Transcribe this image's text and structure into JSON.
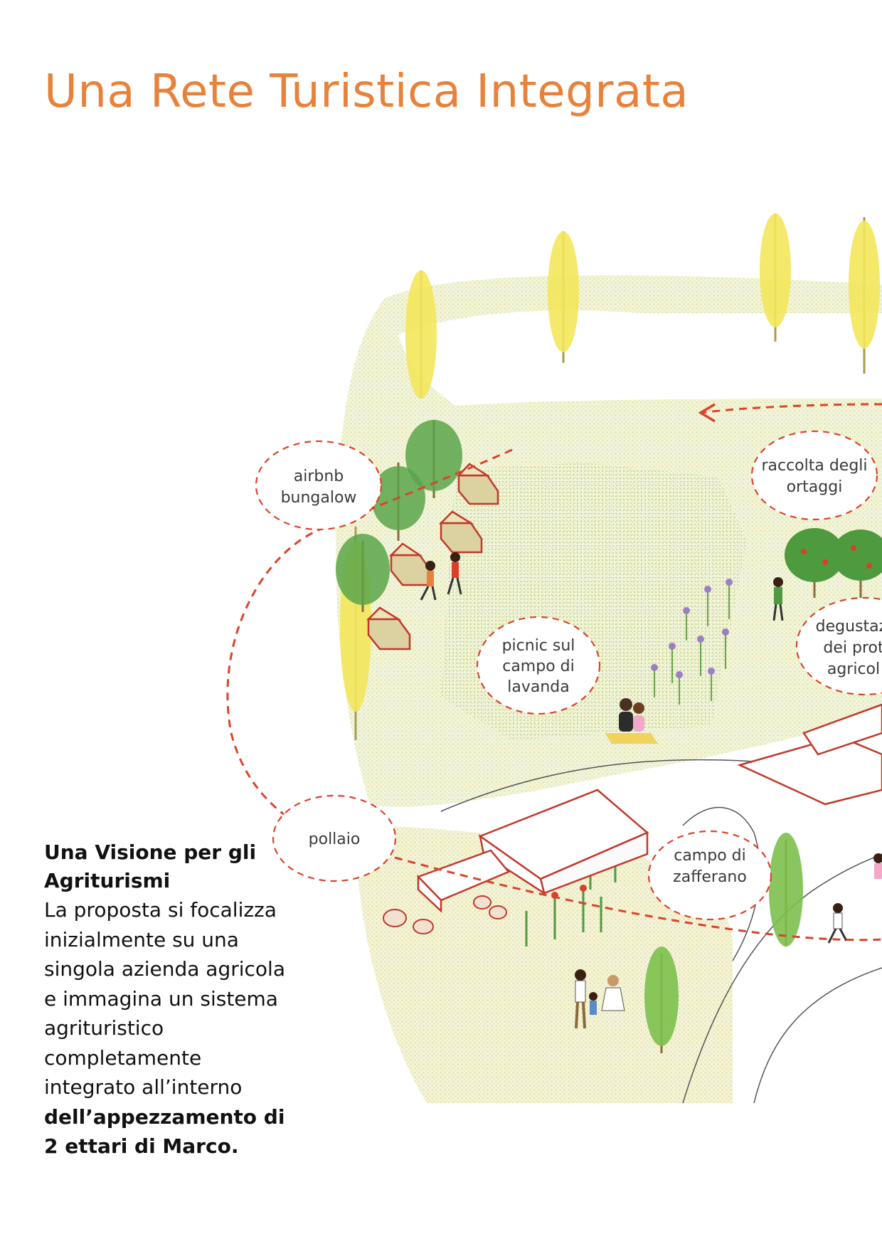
{
  "title": "Una Rete Turistica Integrata",
  "labels": {
    "airbnb_line1": "airbnb",
    "airbnb_line2": "bungalow",
    "raccolta_line1": "raccolta degli",
    "raccolta_line2": "ortaggi",
    "picnic_line1": "picnic sul",
    "picnic_line2": "campo di",
    "picnic_line3": "lavanda",
    "degustazione_line1": "degustazi",
    "degustazione_line2": "dei prot",
    "degustazione_line3": "agricol",
    "pollaio": "pollaio",
    "zafferano_line1": "campo di",
    "zafferano_line2": "zafferano"
  },
  "intro": {
    "heading": "Una Visione per gli Agriturismi",
    "body": "La proposta si focalizza inizialmente su una singola azienda agricola e immagina un sistema agrituristico completamente integrato all’interno",
    "body_bold": "dell’appezzamento di 2 ettari di Marco."
  },
  "colors": {
    "title": "#e8823a",
    "route": "#d9442b",
    "field": "#e9efc6",
    "building": "#c0392b",
    "lavender": "#9b7fc4"
  }
}
